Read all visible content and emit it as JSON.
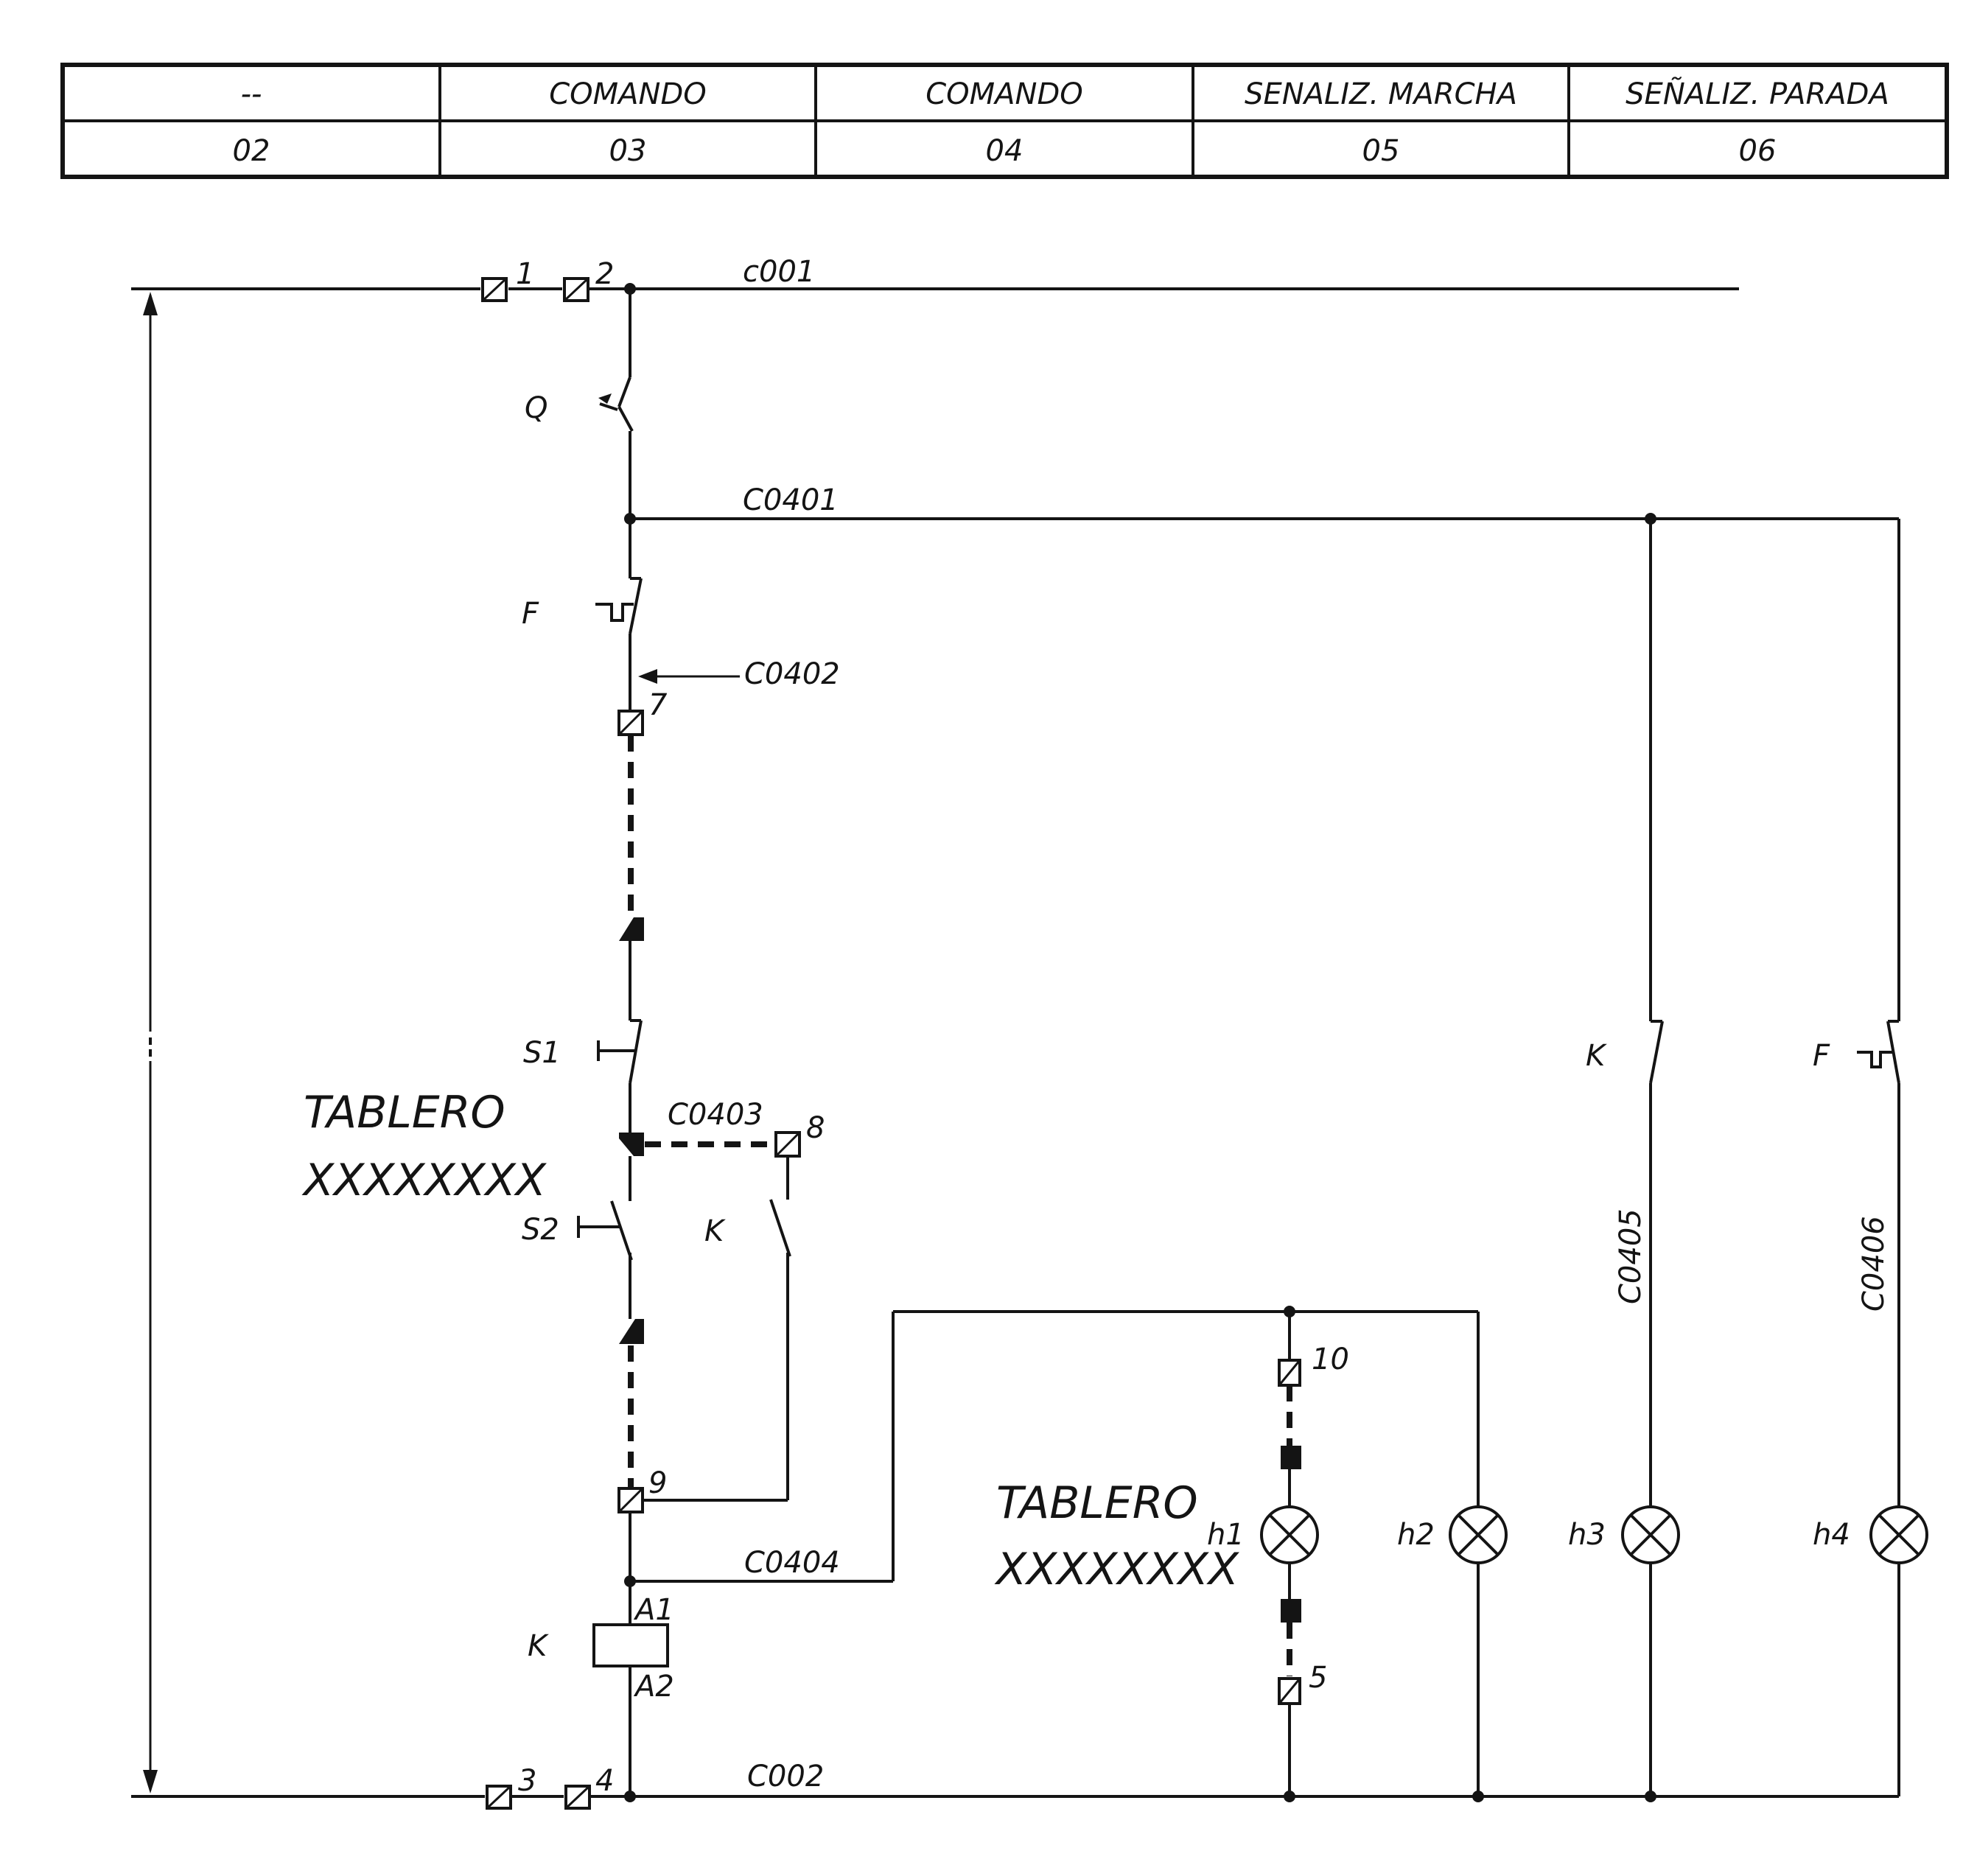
{
  "header_table": {
    "titles": [
      "--",
      "COMANDO",
      "COMANDO",
      "SENALIZ. MARCHA",
      "SEÑALIZ. PARADA"
    ],
    "numbers": [
      "02",
      "03",
      "04",
      "05",
      "06"
    ]
  },
  "wires": {
    "top_line": "c001",
    "c0401": "C0401",
    "c0402": "C0402",
    "c0403": "C0403",
    "c0404": "C0404",
    "c0405": "C0405",
    "c0406": "C0406",
    "bottom_line": "C002"
  },
  "terminals": [
    "1",
    "2",
    "3",
    "4",
    "5",
    "7",
    "8",
    "9",
    "10"
  ],
  "devices": {
    "Q": "Q",
    "F": "F",
    "S1": "S1",
    "S2": "S2",
    "K": "K",
    "A1": "A1",
    "A2": "A2",
    "h1": "h1",
    "h2": "h2",
    "h3": "h3",
    "h4": "h4"
  },
  "panels": {
    "panel_1": {
      "line1": "TABLERO",
      "line2": "XXXXXXXX"
    },
    "panel_2": {
      "line1": "TABLERO",
      "line2": "XXXXXXXX"
    }
  }
}
